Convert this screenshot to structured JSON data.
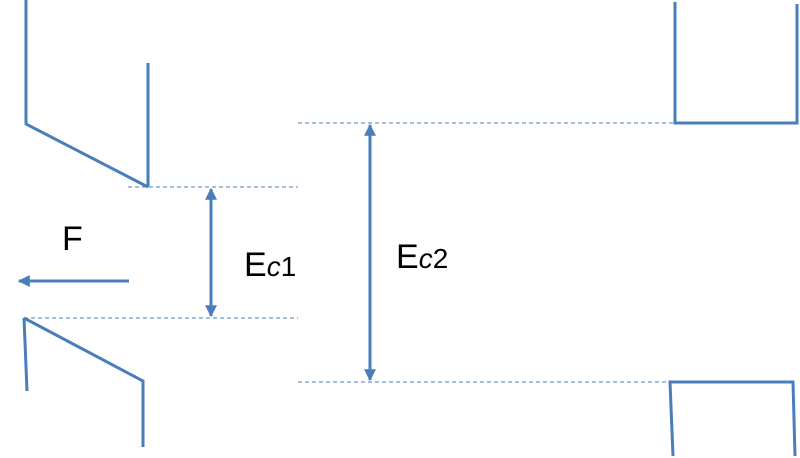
{
  "labels": {
    "force": "F",
    "ec1": {
      "main": "E",
      "sub_italic": "c",
      "sub_num": "1"
    },
    "ec2": {
      "main": "E",
      "sub_italic": "c",
      "sub_num": "2"
    }
  },
  "colors": {
    "shape": "#4A7EBB",
    "dashed": "#4A7EBB",
    "arrow": "#4A7EBB",
    "text": "#000000"
  }
}
